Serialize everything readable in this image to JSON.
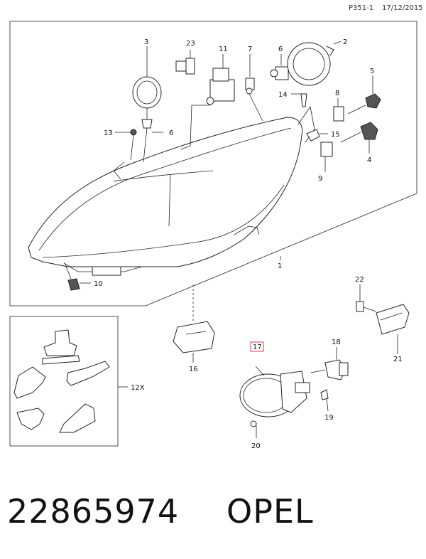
{
  "header": {
    "code": "P351-1",
    "date": "17/12/2015"
  },
  "footer": {
    "part_number": "22865974",
    "brand": "OPEL"
  },
  "callouts": {
    "c1": "1",
    "c2": "2",
    "c3": "3",
    "c4": "4",
    "c5": "5",
    "c6a": "6",
    "c6b": "6",
    "c7": "7",
    "c8": "8",
    "c9": "9",
    "c10": "10",
    "c11": "11",
    "c12x": "12X",
    "c13": "13",
    "c14": "14",
    "c15": "15",
    "c16": "16",
    "c17": "17",
    "c18": "18",
    "c19": "19",
    "c20": "20",
    "c21": "21",
    "c22": "22",
    "c23": "23"
  },
  "colors": {
    "highlight_box": "#e05a6a",
    "line": "#222222"
  }
}
